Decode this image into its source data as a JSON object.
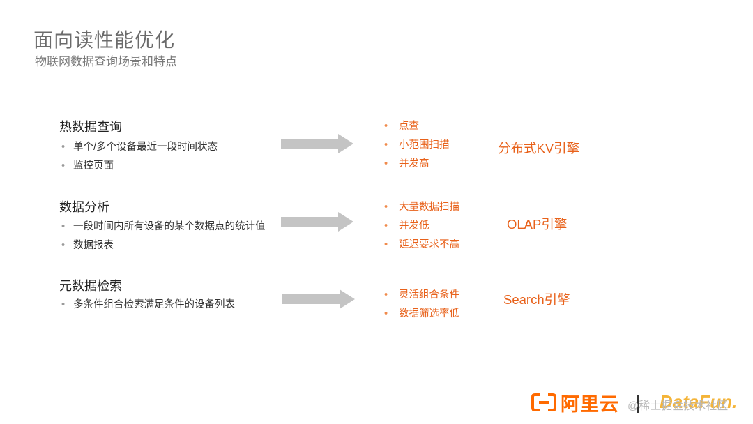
{
  "header": {
    "title": "面向读性能优化",
    "subtitle": "物联网数据查询场景和特点"
  },
  "sections": [
    {
      "title": "热数据查询",
      "left_bullets": [
        "单个/多个设备最近一段时间状态",
        "监控页面"
      ],
      "right_bullets": [
        "点查",
        "小范围扫描",
        "并发高"
      ],
      "engine": "分布式KV引擎"
    },
    {
      "title": "数据分析",
      "left_bullets": [
        "一段时间内所有设备的某个数据点的统计值",
        "数据报表"
      ],
      "right_bullets": [
        "大量数据扫描",
        "并发低",
        "延迟要求不高"
      ],
      "engine": "OLAP引擎"
    },
    {
      "title": "元数据检索",
      "left_bullets": [
        "多条件组合检索满足条件的设备列表"
      ],
      "right_bullets": [
        "灵活组合条件",
        "数据筛选率低"
      ],
      "engine": "Search引擎"
    }
  ],
  "bullet_symbol": "•",
  "footer": {
    "logo_text": "阿里云",
    "watermark_text": "@稀土掘金技术社区",
    "watermark_brand": "DataFun."
  },
  "colors": {
    "accent": "#e8611a",
    "arrow": "#c4c4c4",
    "logo": "#ff6a00"
  },
  "icons": {
    "arrow": "right-arrow-icon",
    "logo": "aliyun-bracket-icon"
  }
}
